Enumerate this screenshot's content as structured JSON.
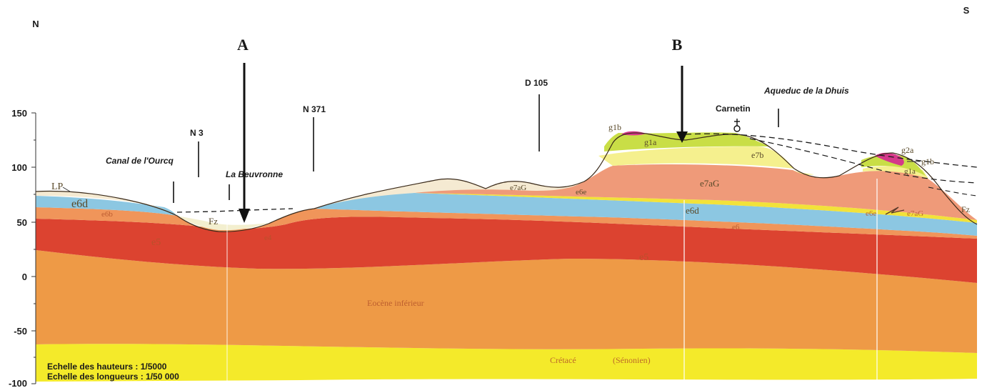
{
  "orientation": {
    "north": "N",
    "south": "S"
  },
  "sections": {
    "a": "A",
    "b": "B"
  },
  "axis": {
    "ticks": [
      "150",
      "100",
      "50",
      "0",
      "-50",
      "-100"
    ]
  },
  "places": {
    "canal": "Canal de l'Ourcq",
    "n3": "N 3",
    "beuvronne": "La Beuvronne",
    "n371": "N 371",
    "d105": "D 105",
    "carnetin": "Carnetin",
    "aqueduc": "Aqueduc de la Dhuis"
  },
  "units": {
    "lp": "LP",
    "e6d_left": "e6d",
    "e6b_left": "e6b",
    "fz_left": "Fz",
    "e5_left": "e5",
    "e4_left": "e4",
    "e7ag_top": "e7aG",
    "e6e_top": "e6e",
    "g1b_left": "g1b",
    "g1a_left": "g1a",
    "e7b_mid": "e7b",
    "e7ag_mid": "e7aG",
    "e6d_mid": "e6d",
    "e6_mid": "e6",
    "e5_mid": "e5",
    "g2a_right": "g2a",
    "g1b_right": "g1b",
    "g1a_right": "g1a",
    "e6e_right": "e6e",
    "e7ag_right": "e7aG",
    "fz_right": "Fz",
    "eocene": "Eocène inférieur",
    "cretace": "Crétacé",
    "senonien": "(Sénonien)"
  },
  "scale": {
    "heights": "Echelle des hauteurs : 1/5000",
    "lengths": "Echelle des longueurs : 1/50 000"
  },
  "colors": {
    "cretace": "#f4ea2a",
    "eocene": "#ee9a46",
    "e5": "#dc4330",
    "e6b": "#f0955a",
    "e6d": "#8cc7e2",
    "e7ag": "#ef9a79",
    "e7b": "#f5f08e",
    "g1a": "#c9de46",
    "g1b": "#d5388a",
    "lp": "#f5ead2"
  }
}
